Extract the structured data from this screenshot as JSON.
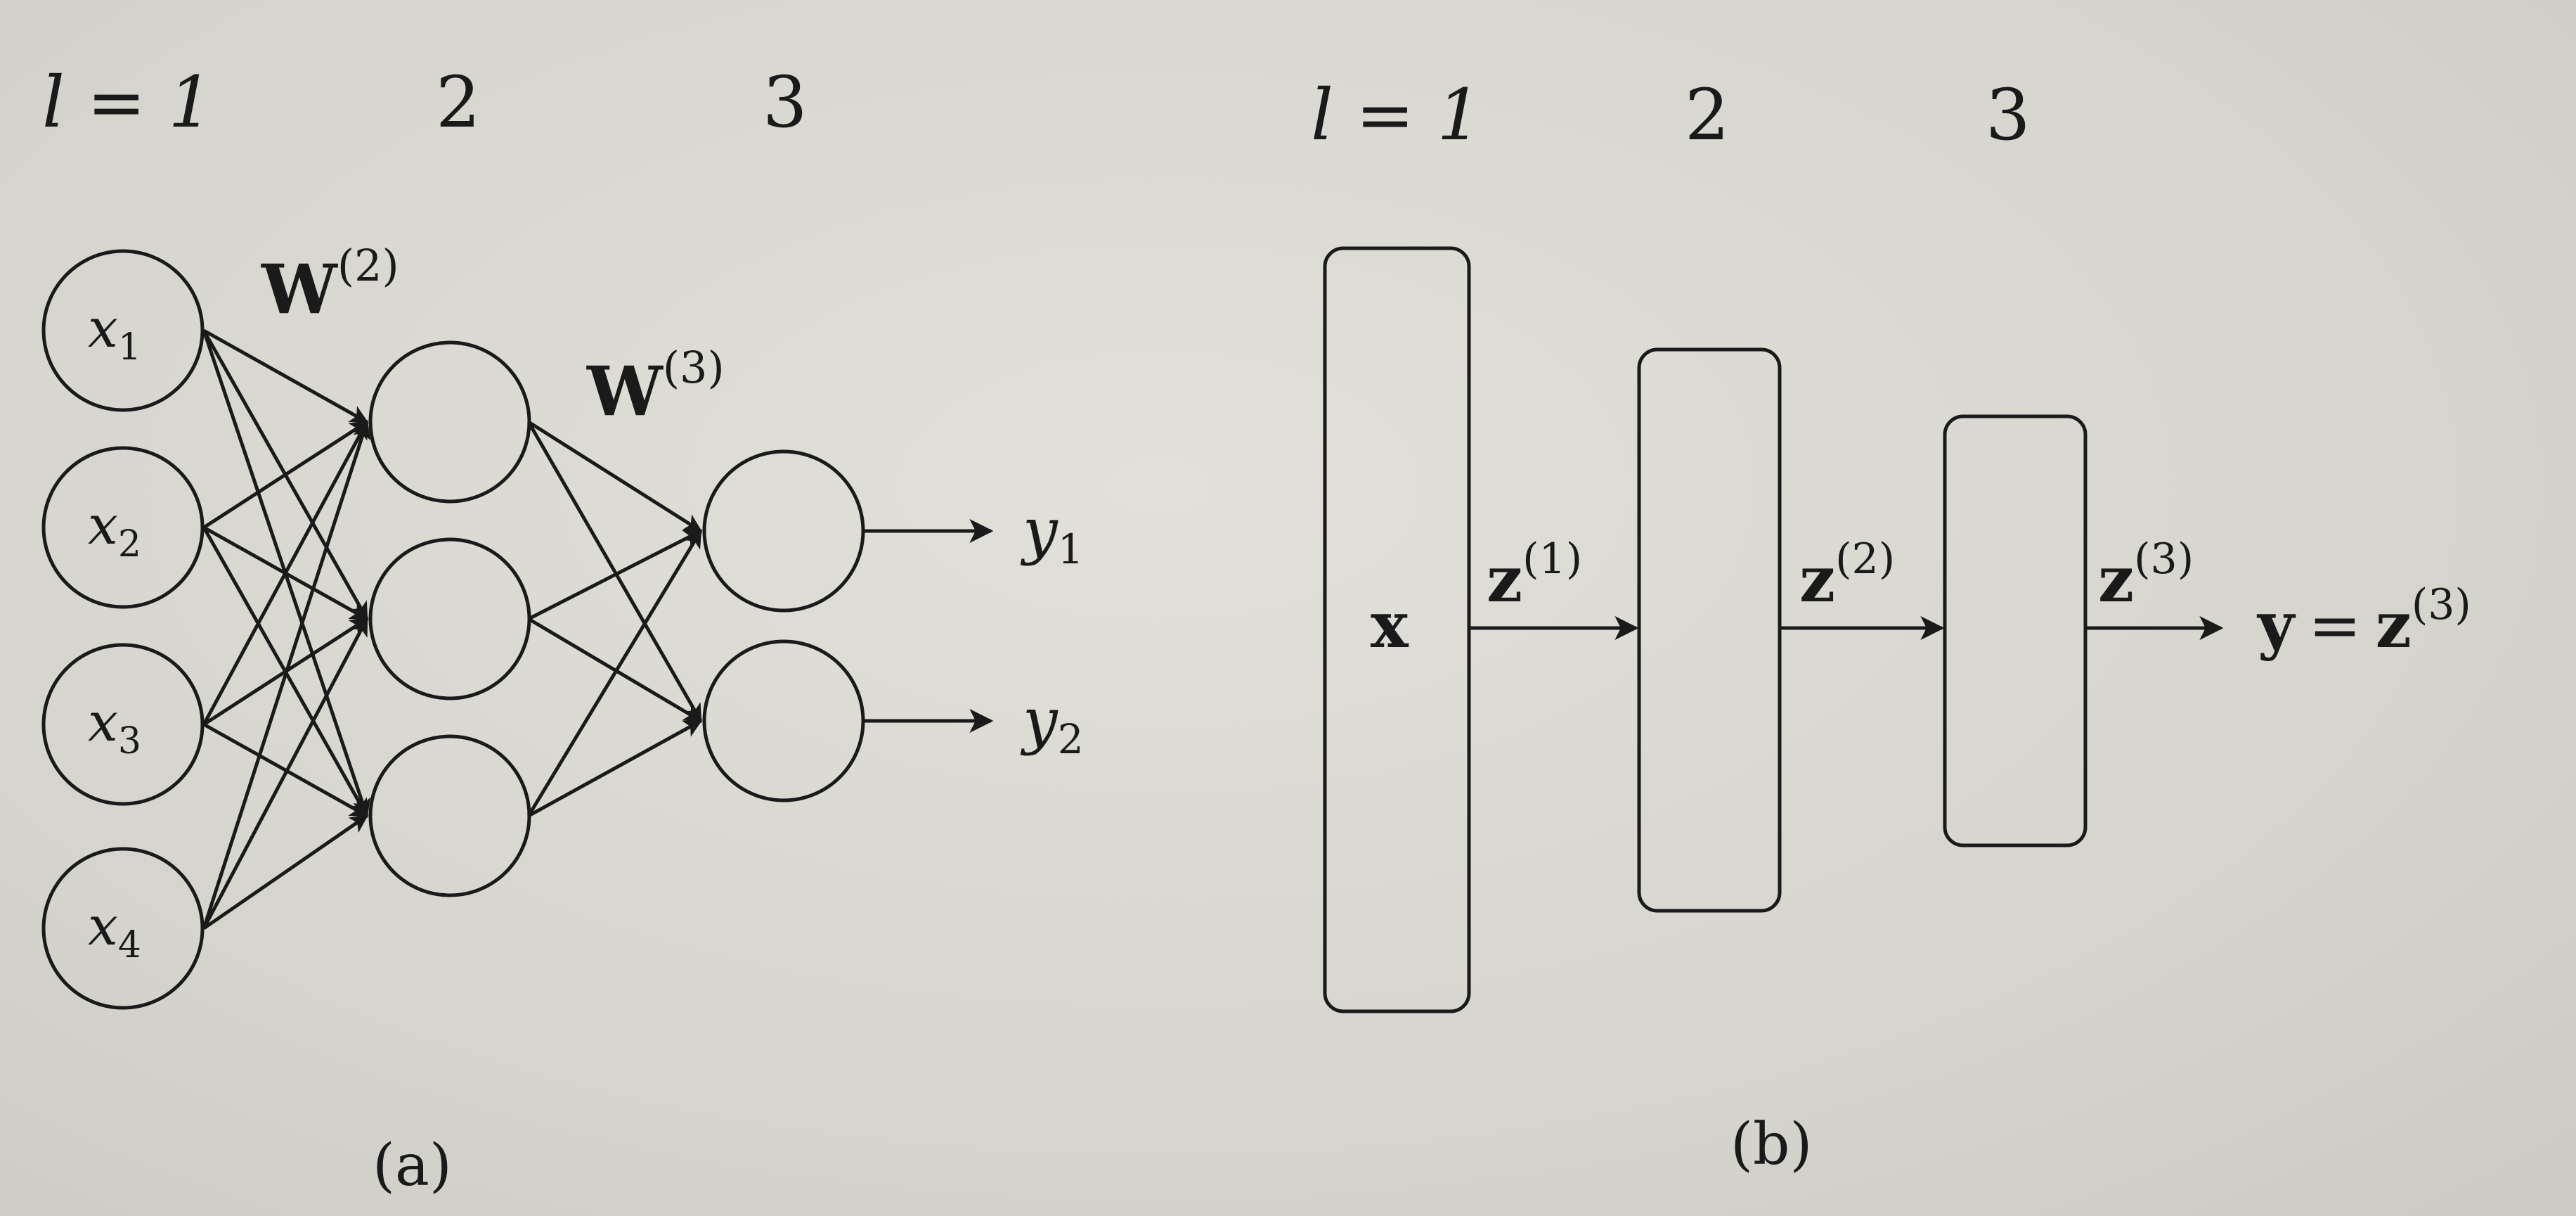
{
  "diagram_a": {
    "layer_labels": [
      "l = 1",
      "2",
      "3"
    ],
    "inputs": [
      {
        "sym": "x",
        "sub": "1"
      },
      {
        "sym": "x",
        "sub": "2"
      },
      {
        "sym": "x",
        "sub": "3"
      },
      {
        "sym": "x",
        "sub": "4"
      }
    ],
    "weights": [
      {
        "sym": "W",
        "sup": "(2)"
      },
      {
        "sym": "W",
        "sup": "(3)"
      }
    ],
    "outputs": [
      {
        "sym": "y",
        "sub": "1"
      },
      {
        "sym": "y",
        "sub": "2"
      }
    ],
    "caption": "(a)"
  },
  "diagram_b": {
    "layer_labels": [
      "l = 1",
      "2",
      "3"
    ],
    "input_label": "x",
    "arrow_labels": [
      {
        "sym": "z",
        "sup": "(1)"
      },
      {
        "sym": "z",
        "sup": "(2)"
      },
      {
        "sym": "z",
        "sup": "(3)"
      }
    ],
    "output_label": {
      "lhs": "y",
      "eq": "=",
      "sym": "z",
      "sup": "(3)"
    },
    "caption": "(b)"
  },
  "colors": {
    "ink": "#1a1a1a",
    "paper": "#dcdbd4"
  }
}
